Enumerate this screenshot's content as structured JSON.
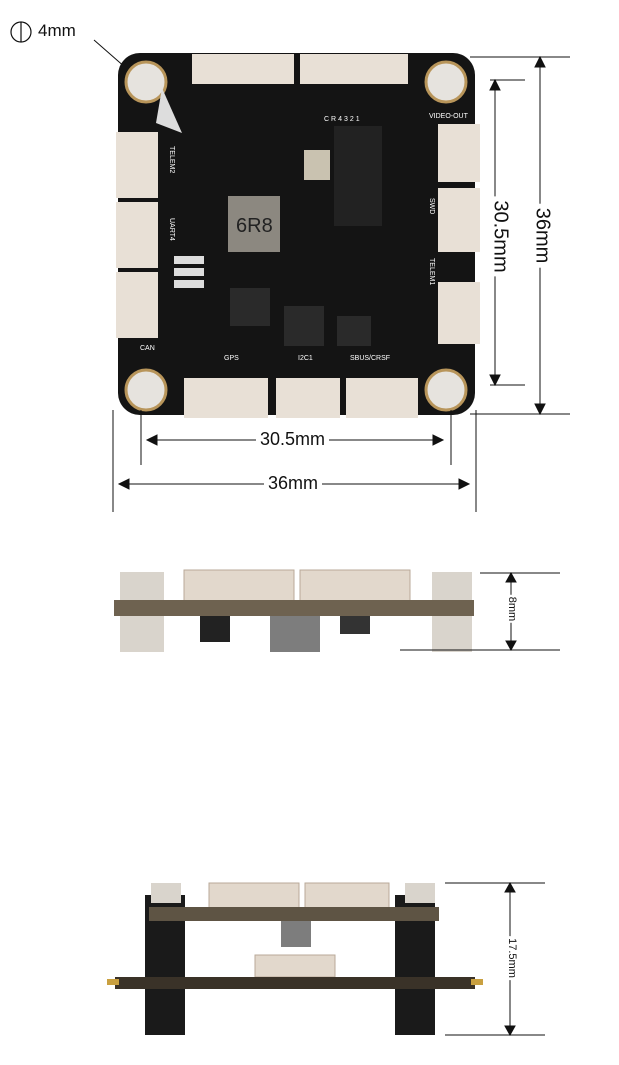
{
  "dimensions": {
    "hole_diameter": "4mm",
    "board_width": "36mm",
    "board_height": "36mm",
    "hole_spacing_horizontal": "30.5mm",
    "hole_spacing_vertical": "30.5mm",
    "board_thickness_with_connectors": "8mm",
    "stack_height": "17.5mm"
  },
  "board_labels": {
    "model": "CR4321",
    "inductor": "6R8",
    "video_out": "VIDEO-OUT",
    "telem2": "TELEM2",
    "uart4": "UART4",
    "can": "CAN",
    "swd": "SWD",
    "telem1": "TELEM1",
    "gps": "GPS",
    "i2c1": "I2C1",
    "sbus": "SBUS/CRSF"
  },
  "colors": {
    "pcb": "#141414",
    "connector": "#e8e0d6",
    "mount": "#e6e3de",
    "line": "#111111"
  }
}
